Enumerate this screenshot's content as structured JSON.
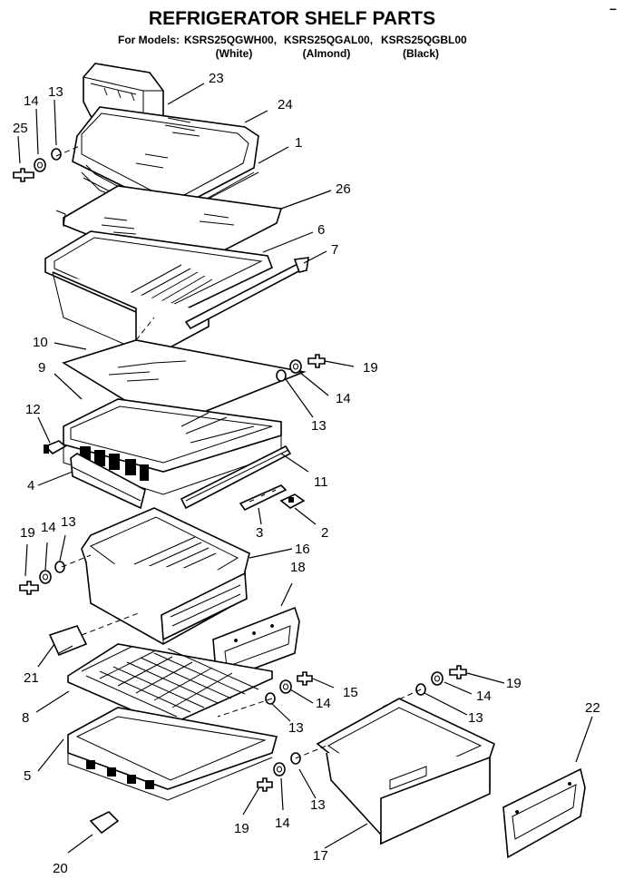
{
  "header": {
    "title": "REFRIGERATOR SHELF PARTS",
    "models_prefix": "For Models:",
    "models": [
      {
        "code": "KSRS25QGWH00,",
        "color": "(White)"
      },
      {
        "code": "KSRS25QGAL00,",
        "color": "(Almond)"
      },
      {
        "code": "KSRS25QGBL00",
        "color": "(Black)"
      }
    ]
  },
  "callouts": [
    "23",
    "24",
    "14",
    "13",
    "25",
    "1",
    "26",
    "6",
    "7",
    "10",
    "19",
    "9",
    "14",
    "13",
    "12",
    "11",
    "4",
    "3",
    "2",
    "19",
    "14",
    "13",
    "16",
    "18",
    "21",
    "19",
    "15",
    "14",
    "13",
    "22",
    "8",
    "13",
    "14",
    "5",
    "13",
    "20",
    "19",
    "14",
    "17"
  ]
}
